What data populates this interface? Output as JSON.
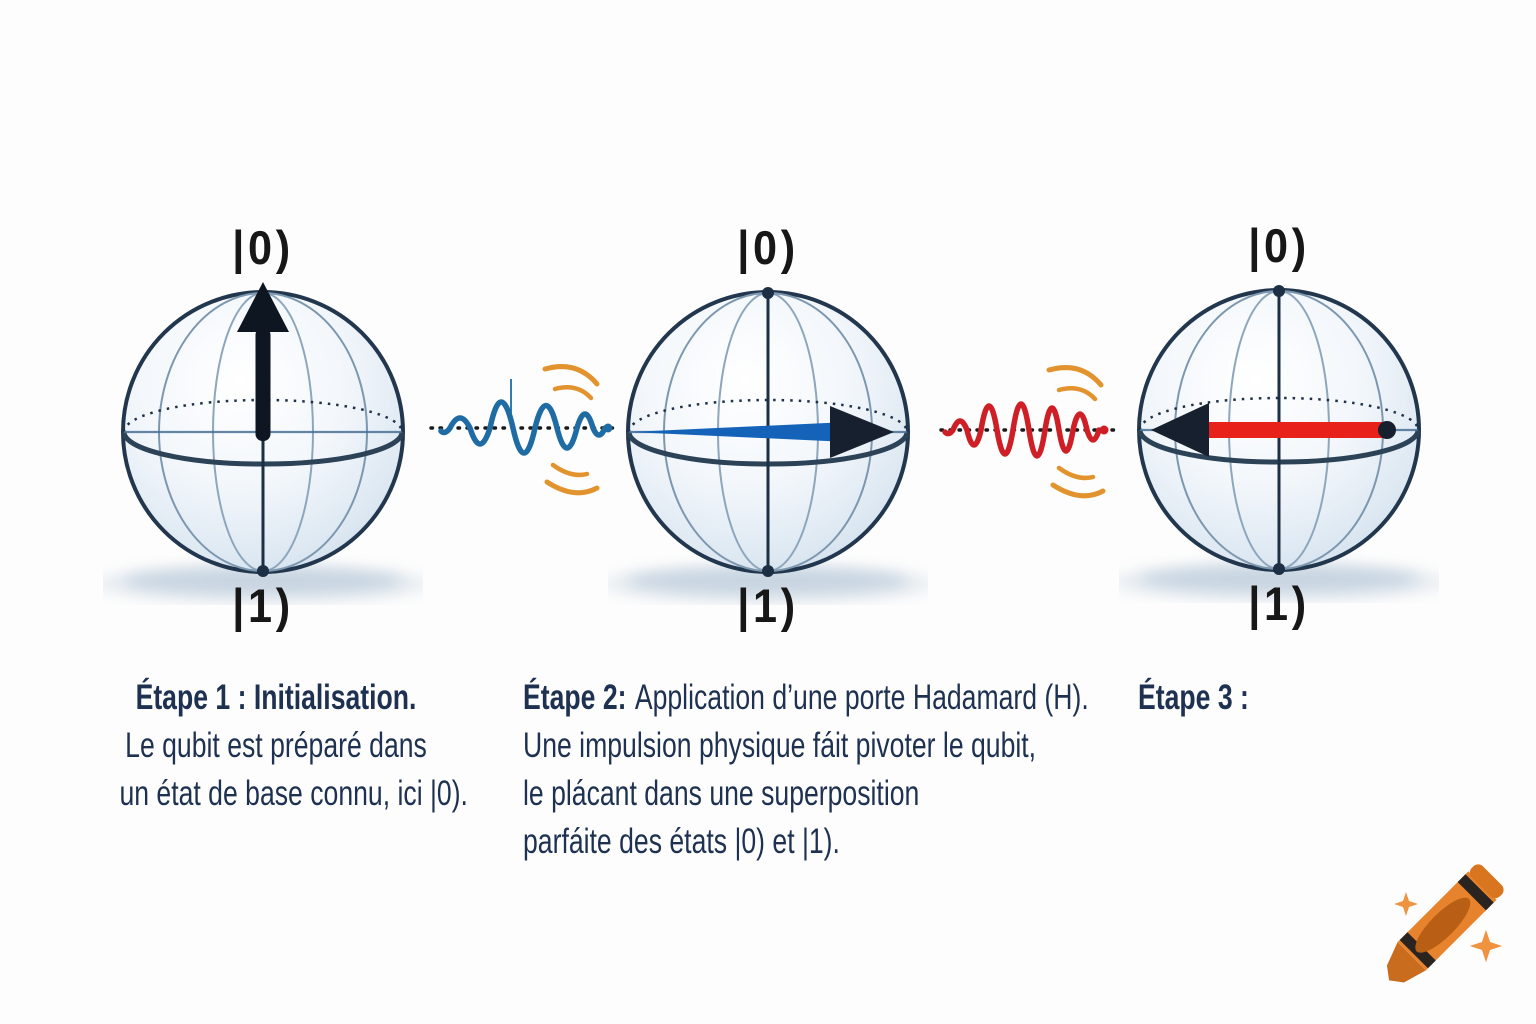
{
  "title": "Diagramme des étapes d'un qubit sur la sphère de Bloch",
  "colors": {
    "background": "#fdfdfd",
    "caption_navy": "#1e3150",
    "ket_label_black": "#171717",
    "sphere_outline": "#22374e",
    "arrow_black": "#0e1622",
    "arrow_blue": "#1563b8",
    "arrow_red": "#e8211a",
    "wave_blue": "#1e6ca3",
    "wave_red": "#cf1f26",
    "arc_orange": "#e2932e",
    "crayon_orange": "#e6832c"
  },
  "spheres": [
    {
      "step": 1,
      "top_label": "|0)",
      "bottom_label": "|1)",
      "state_arrow": "black arrow pointing up to |0)"
    },
    {
      "step": 2,
      "top_label": "|0)",
      "bottom_label": "|1)",
      "state_arrow": "blue arrow pointing right along equator"
    },
    {
      "step": 3,
      "top_label": "|0)",
      "bottom_label": "|1)",
      "state_arrow": "red arrow pointing left along equator"
    }
  ],
  "pulses": [
    {
      "name": "blue pulse wave",
      "color": "#1e6ca3"
    },
    {
      "name": "red pulse wave",
      "color": "#cf1f26"
    }
  ],
  "captions": [
    {
      "heading": "Étape 1 : Initialisation.",
      "lines": [
        "Le qubit est préparé dans",
        "un état de base connu, ici |0)."
      ]
    },
    {
      "heading": "Étape 2:",
      "heading_rest": "Application d’une porte Hadamard (H).",
      "lines": [
        "Une impulsion physique fáit pivoter le qubit,",
        "le plácant dans une superposition",
        "parfáite des états |0) et |1)."
      ]
    },
    {
      "heading": "Étape 3 :",
      "lines": []
    }
  ]
}
